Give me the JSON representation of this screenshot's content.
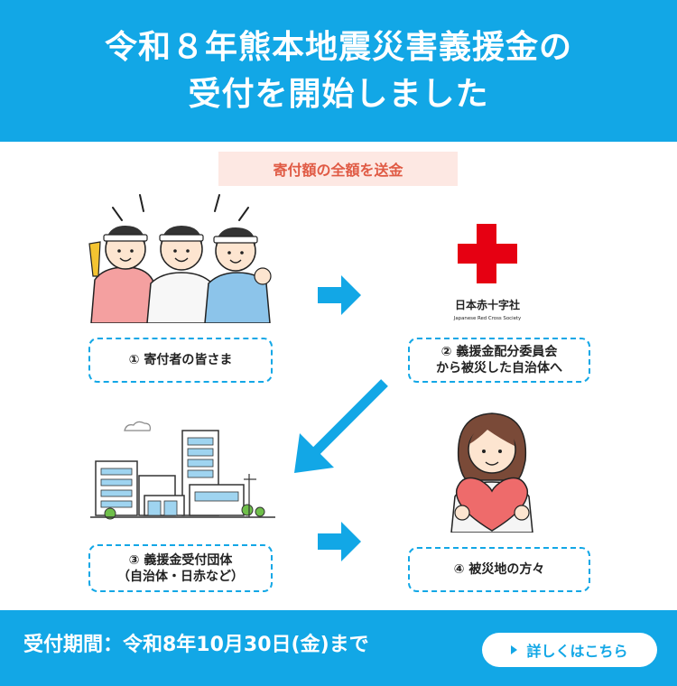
{
  "header": {
    "line1": "令和８年熊本地震災害義援金の",
    "line2": "受付を開始しました"
  },
  "note": "寄付額の全額を送金",
  "steps": [
    {
      "lines": [
        "① 寄付者の皆さま"
      ]
    },
    {
      "lines": [
        "② 義援金配分委員会",
        "から被災した自治体へ"
      ]
    },
    {
      "lines": [
        "③ 義援金受付団体",
        "（自治体・日赤など）"
      ]
    },
    {
      "lines": [
        "④ 被災地の方々"
      ]
    }
  ],
  "redcross": {
    "name_ja": "日本赤十字社",
    "name_en": "Japanese Red Cross Society"
  },
  "footer": {
    "period": "受付期間：令和8年10月30日(金)まで",
    "button_label": "詳しくはこちら"
  },
  "colors": {
    "primary": "#12a7e6",
    "note_bg": "#fde8e3",
    "note_text": "#e05a44",
    "redcross": "#e60012"
  }
}
